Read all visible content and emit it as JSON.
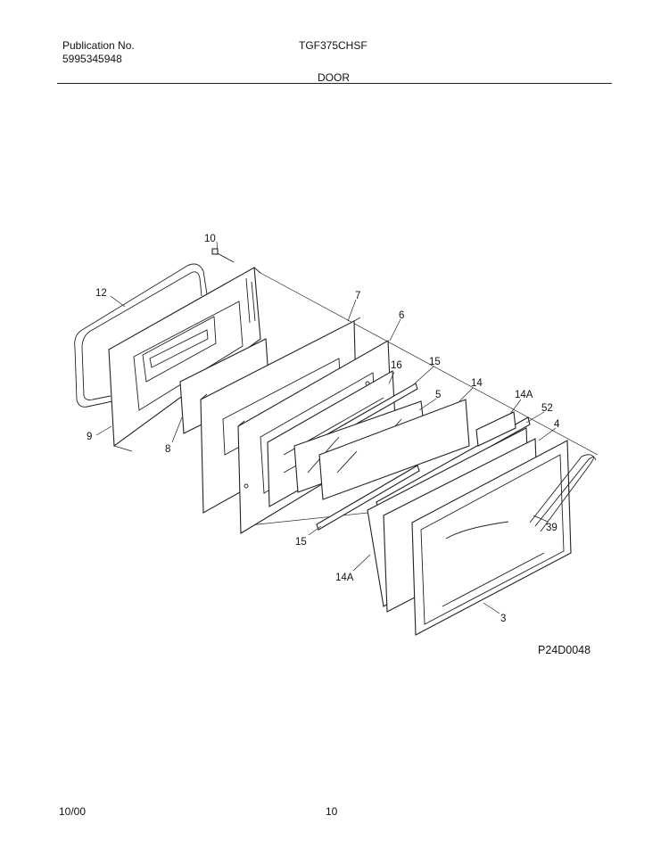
{
  "header": {
    "publication_label": "Publication No.",
    "publication_number": "5995345948",
    "model": "TGF375CHSF",
    "section_title": "DOOR"
  },
  "diagram": {
    "code": "P24D0048",
    "callouts": {
      "c10": "10",
      "c12": "12",
      "c7": "7",
      "c6": "6",
      "c16": "16",
      "c15_top": "15",
      "c14": "14",
      "c14a_top": "14A",
      "c52": "52",
      "c4": "4",
      "c5": "5",
      "c9": "9",
      "c8": "8",
      "c39": "39",
      "c15_bottom": "15",
      "c14a_bottom": "14A",
      "c3": "3"
    }
  },
  "footer": {
    "date": "10/00",
    "page": "10"
  }
}
